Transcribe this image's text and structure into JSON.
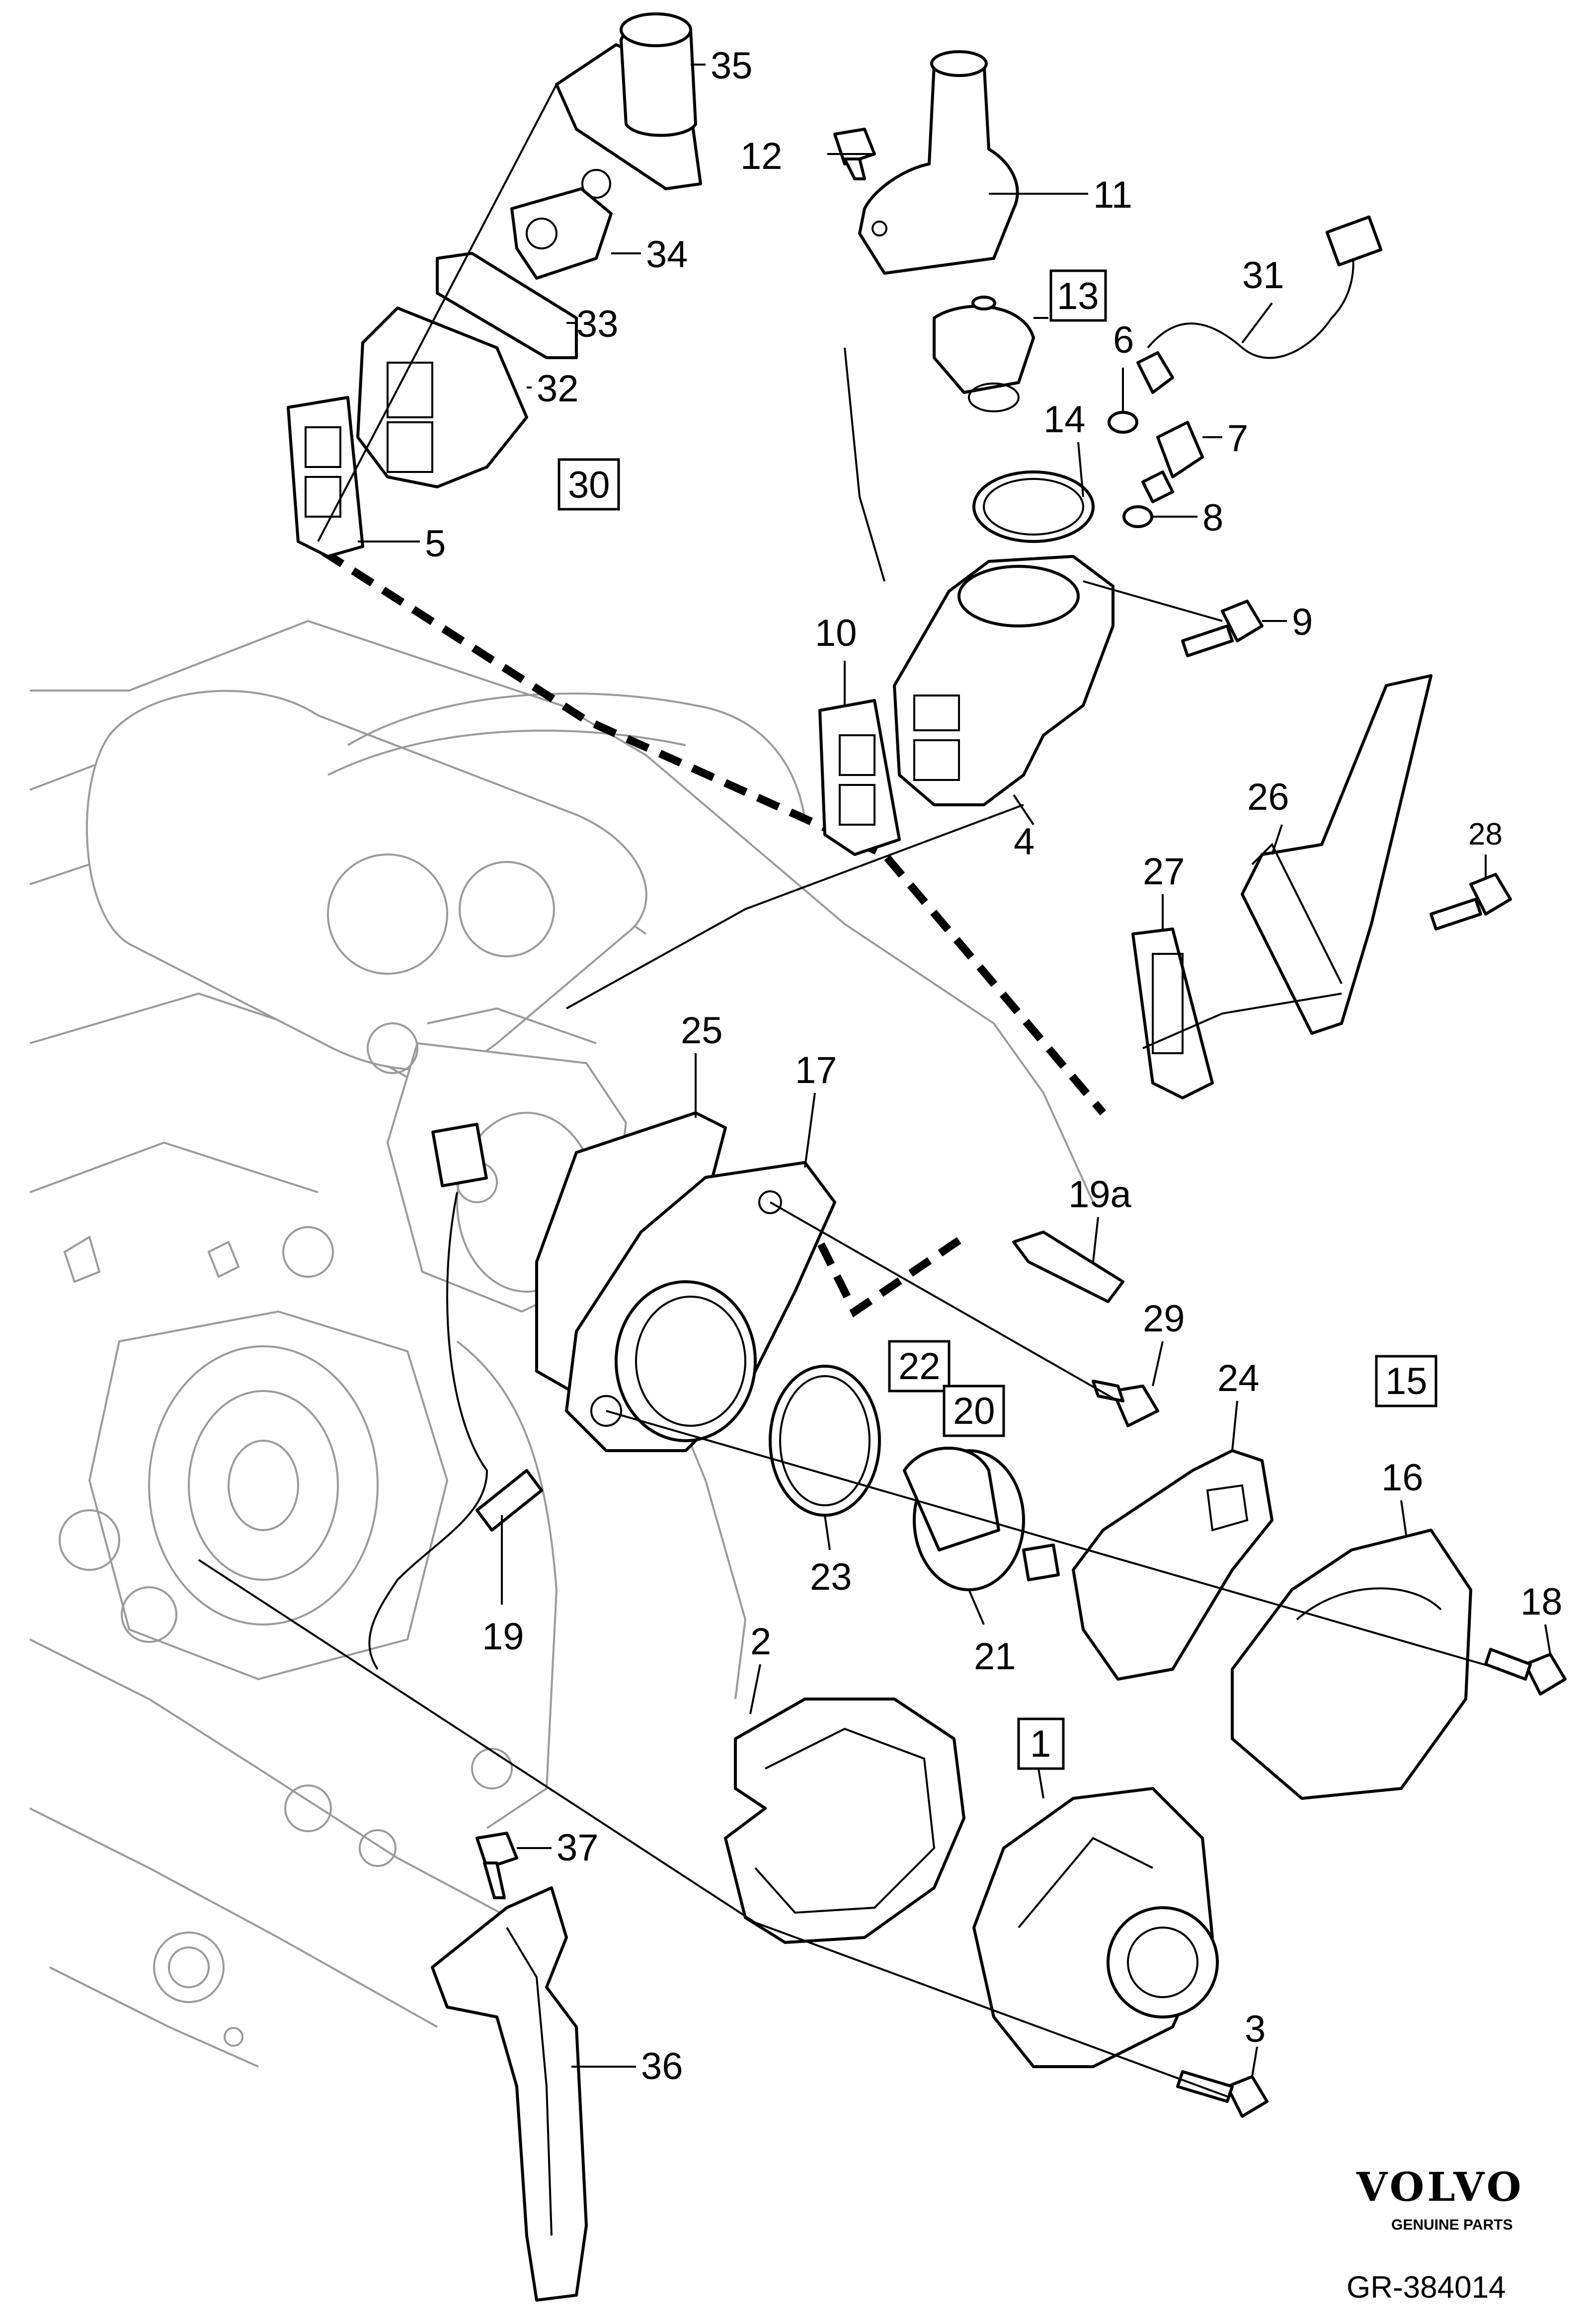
{
  "diagram": {
    "callouts": [
      {
        "id": "c35",
        "label": "35"
      },
      {
        "id": "c12",
        "label": "12"
      },
      {
        "id": "c11",
        "label": "11"
      },
      {
        "id": "c34",
        "label": "34"
      },
      {
        "id": "c13",
        "label": "13",
        "boxed": true
      },
      {
        "id": "c31",
        "label": "31"
      },
      {
        "id": "c33",
        "label": "33"
      },
      {
        "id": "c6",
        "label": "6"
      },
      {
        "id": "c32",
        "label": "32"
      },
      {
        "id": "c14",
        "label": "14"
      },
      {
        "id": "c7",
        "label": "7"
      },
      {
        "id": "c30",
        "label": "30",
        "boxed": true
      },
      {
        "id": "c8",
        "label": "8"
      },
      {
        "id": "c5",
        "label": "5"
      },
      {
        "id": "c9",
        "label": "9"
      },
      {
        "id": "c10",
        "label": "10"
      },
      {
        "id": "c26",
        "label": "26"
      },
      {
        "id": "c28",
        "label": "28"
      },
      {
        "id": "c4",
        "label": "4"
      },
      {
        "id": "c27",
        "label": "27"
      },
      {
        "id": "c25",
        "label": "25"
      },
      {
        "id": "c17",
        "label": "17"
      },
      {
        "id": "c19a",
        "label": "19a"
      },
      {
        "id": "c29",
        "label": "29"
      },
      {
        "id": "c24",
        "label": "24"
      },
      {
        "id": "c15",
        "label": "15",
        "boxed": true
      },
      {
        "id": "c22",
        "label": "22",
        "boxed": true
      },
      {
        "id": "c20",
        "label": "20",
        "boxed": true
      },
      {
        "id": "c16",
        "label": "16"
      },
      {
        "id": "c23",
        "label": "23"
      },
      {
        "id": "c18",
        "label": "18"
      },
      {
        "id": "c19",
        "label": "19"
      },
      {
        "id": "c21",
        "label": "21"
      },
      {
        "id": "c2",
        "label": "2"
      },
      {
        "id": "c1",
        "label": "1",
        "boxed": true
      },
      {
        "id": "c37",
        "label": "37"
      },
      {
        "id": "c36",
        "label": "36"
      },
      {
        "id": "c3",
        "label": "3"
      }
    ]
  },
  "logo": {
    "brand": "VOLVO",
    "subtitle": "GENUINE PARTS"
  },
  "reference_code": "GR-384014"
}
